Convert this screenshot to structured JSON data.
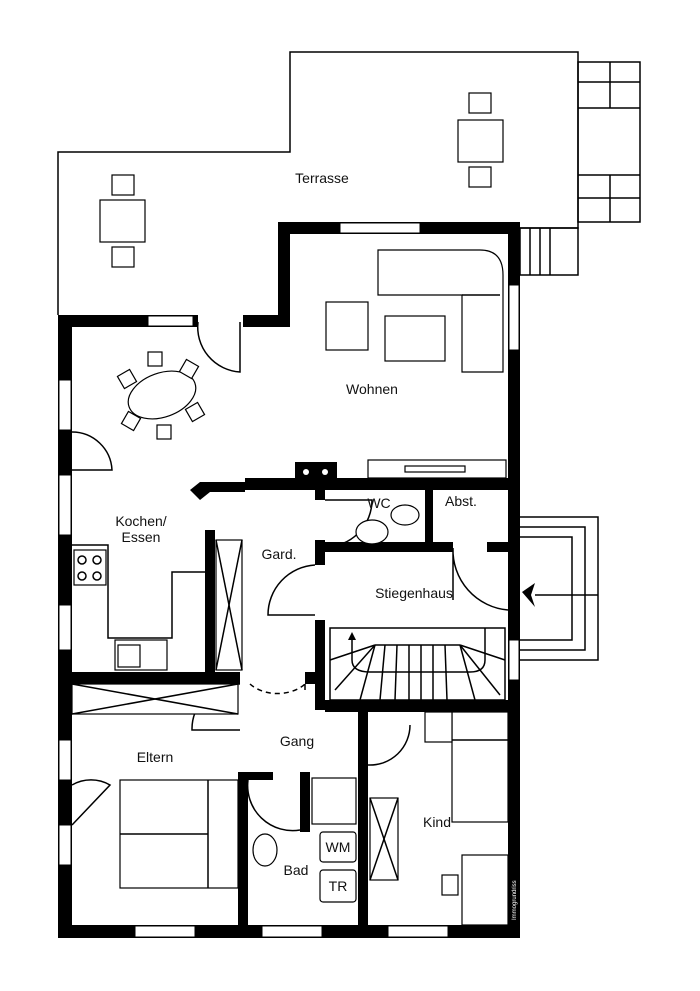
{
  "rooms": {
    "terrace": "Terrasse",
    "living": "Wohnen",
    "kitchen_line1": "Kochen/",
    "kitchen_line2": "Essen",
    "wardrobe": "Gard.",
    "wc": "WC",
    "storage": "Abst.",
    "stairwell": "Stiegenhaus",
    "hallway": "Gang",
    "parents": "Eltern",
    "bath": "Bad",
    "child": "Kind"
  },
  "appliances": {
    "washer": "WM",
    "dryer": "TR"
  },
  "watermark": "Immogrundriss"
}
